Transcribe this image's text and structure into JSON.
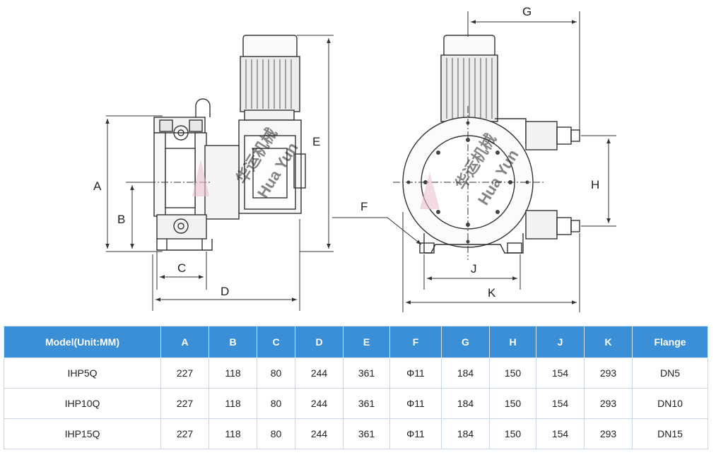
{
  "diagram": {
    "dimension_labels": {
      "a": "A",
      "b": "B",
      "c": "C",
      "d": "D",
      "e": "E",
      "f": "F",
      "g": "G",
      "h": "H",
      "j": "J",
      "k": "K"
    },
    "watermark": {
      "cn": "华运机械",
      "en": "Hua Yun"
    }
  },
  "spec_table": {
    "headers": [
      "Model(Unit:MM)",
      "A",
      "B",
      "C",
      "D",
      "E",
      "F",
      "G",
      "H",
      "J",
      "K",
      "Flange"
    ],
    "rows": [
      [
        "IHP5Q",
        "227",
        "118",
        "80",
        "244",
        "361",
        "Φ11",
        "184",
        "150",
        "154",
        "293",
        "DN5"
      ],
      [
        "IHP10Q",
        "227",
        "118",
        "80",
        "244",
        "361",
        "Φ11",
        "184",
        "150",
        "154",
        "293",
        "DN10"
      ],
      [
        "IHP15Q",
        "227",
        "118",
        "80",
        "244",
        "361",
        "Φ11",
        "184",
        "150",
        "154",
        "293",
        "DN15"
      ]
    ]
  },
  "colors": {
    "header_bg": "#3a8fd6",
    "line": "#333333",
    "watermark": "#e4b5c0"
  }
}
